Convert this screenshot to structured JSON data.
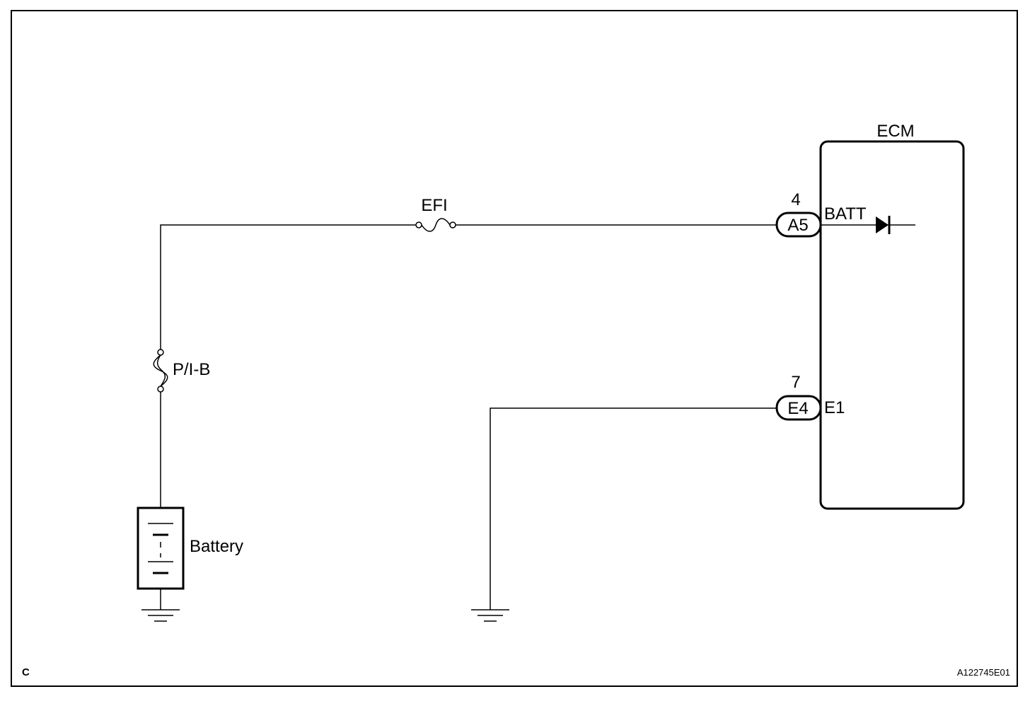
{
  "ecm": {
    "label": "ECM",
    "batt_terminal": "BATT",
    "e1_terminal": "E1"
  },
  "connectors": {
    "a5": {
      "name": "A5",
      "pin": "4"
    },
    "e4": {
      "name": "E4",
      "pin": "7"
    }
  },
  "fuse_efi": "EFI",
  "fusible_link": "P/I-B",
  "battery": "Battery",
  "corner_letter": "C",
  "figure_id": "A122745E01"
}
